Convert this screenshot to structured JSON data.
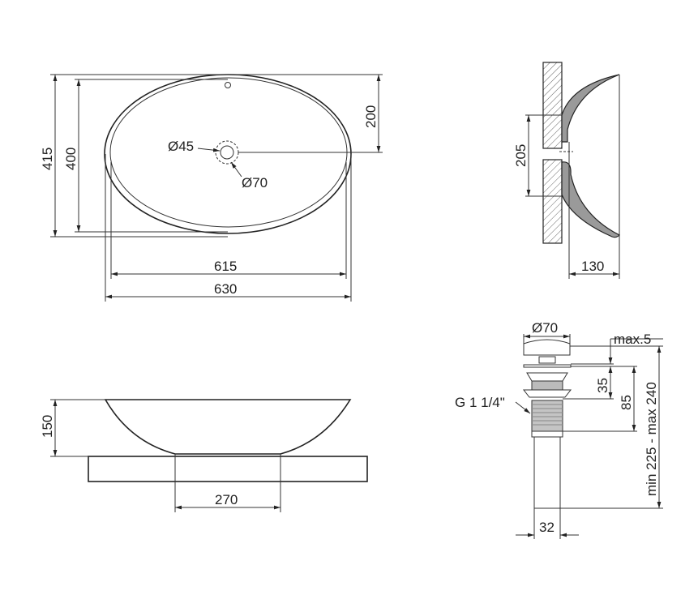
{
  "title": "Washbasin technical drawing",
  "top_view": {
    "height_outer": "415",
    "height_inner": "400",
    "center_offset": "200",
    "drain_d1": "Ø45",
    "drain_d2": "Ø70",
    "width_inner": "615",
    "width_outer": "630"
  },
  "side_view": {
    "hole_height": "205",
    "depth": "130"
  },
  "front_view": {
    "height": "150",
    "base_width": "270"
  },
  "drain": {
    "cap_diameter": "Ø70",
    "max_gap": "max.5",
    "thread": "G 1 1/4\"",
    "dim_35": "35",
    "dim_85": "85",
    "total_length": "min 225 - max 240",
    "pipe_diameter": "32"
  },
  "colors": {
    "line": "#222222",
    "fill": "#9a9a9a"
  }
}
